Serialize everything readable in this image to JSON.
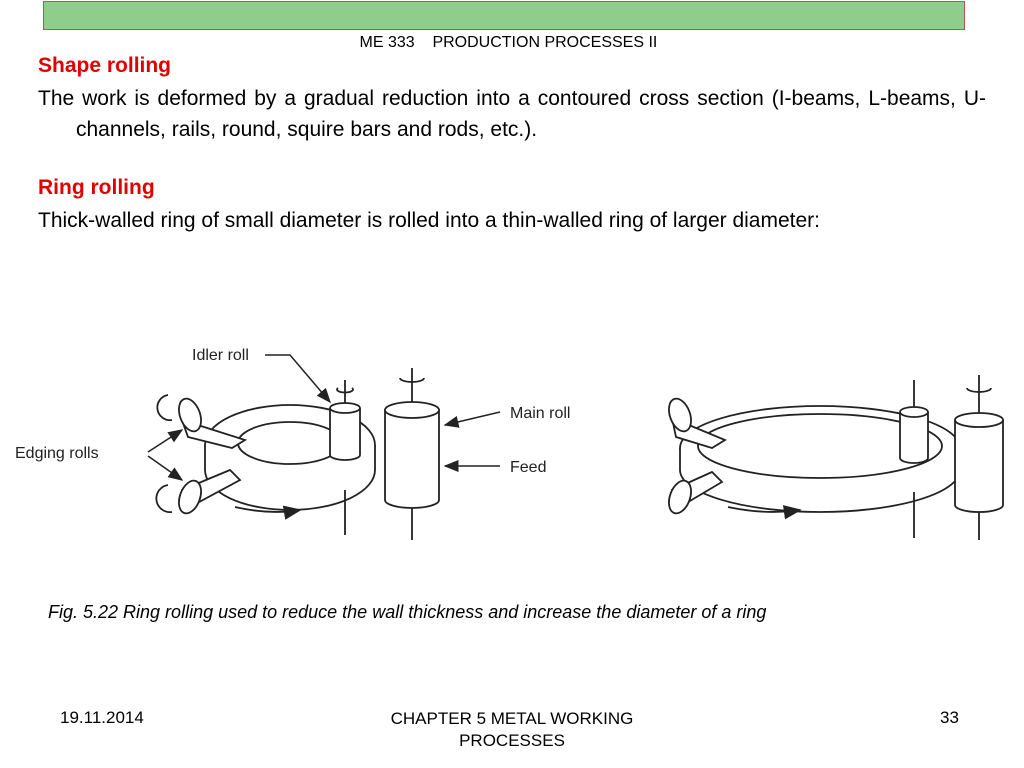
{
  "header": {
    "title": "ME 333    PRODUCTION PROCESSES II"
  },
  "sections": [
    {
      "title": "Shape rolling",
      "body": "The work is deformed by a gradual reduction into a contoured cross section (I-beams, L-beams, U-channels, rails, round, squire bars and rods, etc.)."
    },
    {
      "title": "Ring rolling",
      "body": "Thick-walled ring of small diameter is rolled into a thin-walled ring of larger diameter:"
    }
  ],
  "figure": {
    "labels": {
      "idler_roll": "Idler roll",
      "edging_rolls": "Edging rolls",
      "main_roll": "Main roll",
      "feed": "Feed"
    },
    "caption": "Fig. 5.22 Ring rolling used to reduce the wall thickness and increase the diameter of a ring"
  },
  "footer": {
    "date": "19.11.2014",
    "chapter": "CHAPTER 5 METAL WORKING\nPROCESSES",
    "page": "33"
  }
}
